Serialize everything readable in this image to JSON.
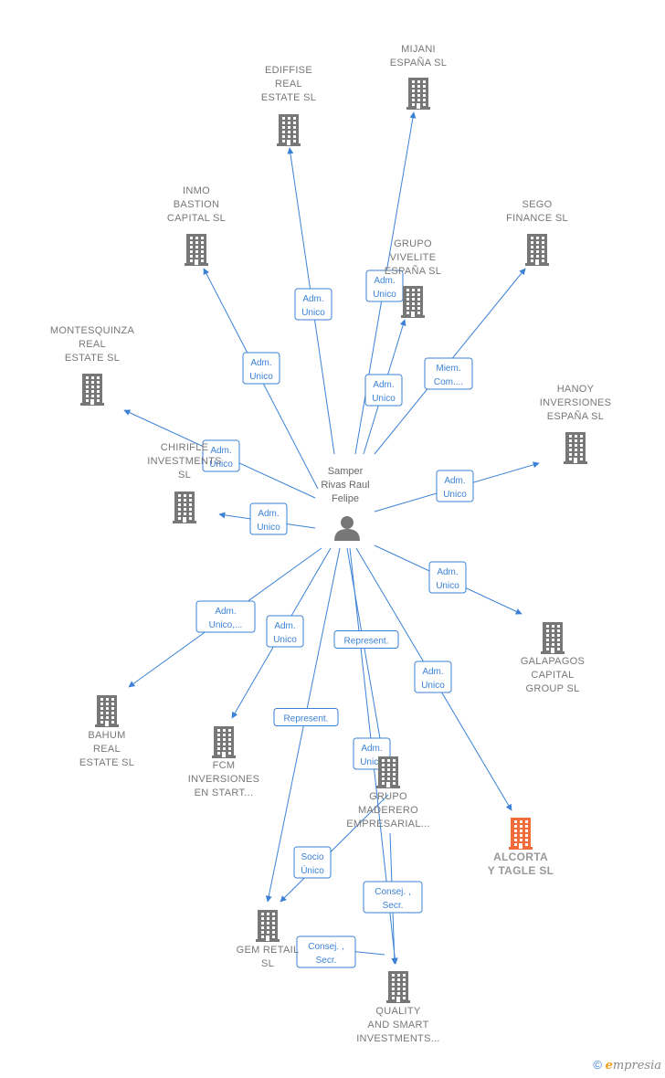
{
  "center": {
    "name_lines": [
      "Samper",
      "Rivas Raul",
      "Felipe"
    ],
    "icon": "person-icon"
  },
  "colors": {
    "edge": "#3b82d6",
    "company": "#777777",
    "highlight": "#f26b3a"
  },
  "companies": [
    {
      "id": "mijani",
      "lines": [
        "MIJANI",
        "ESPAÑA  SL"
      ],
      "icon": "building-icon"
    },
    {
      "id": "ediffise",
      "lines": [
        "EDIFFISE",
        "REAL",
        "ESTATE  SL"
      ],
      "icon": "building-icon"
    },
    {
      "id": "inmo",
      "lines": [
        "INMO",
        "BASTION",
        "CAPITAL  SL"
      ],
      "icon": "building-icon"
    },
    {
      "id": "sego",
      "lines": [
        "SEGO",
        "FINANCE  SL"
      ],
      "icon": "building-icon"
    },
    {
      "id": "vivelite",
      "lines": [
        "GRUPO",
        "VIVELITE",
        "ESPAÑA  SL"
      ],
      "icon": "building-icon"
    },
    {
      "id": "montesquinza",
      "lines": [
        "MONTESQUINZA",
        "REAL",
        "ESTATE  SL"
      ],
      "icon": "building-icon"
    },
    {
      "id": "hanoy",
      "lines": [
        "HANOY",
        "INVERSIONES",
        "ESPAÑA  SL"
      ],
      "icon": "building-icon"
    },
    {
      "id": "chirifle",
      "lines": [
        "CHIRIFLE",
        "INVESTMENTS",
        "SL"
      ],
      "icon": "building-icon"
    },
    {
      "id": "galapagos",
      "lines": [
        "GALAPAGOS",
        "CAPITAL",
        "GROUP  SL"
      ],
      "icon": "building-icon"
    },
    {
      "id": "bahum",
      "lines": [
        "BAHUM",
        "REAL",
        "ESTATE  SL"
      ],
      "icon": "building-icon"
    },
    {
      "id": "fcm",
      "lines": [
        "FCM",
        "INVERSIONES",
        "EN START..."
      ],
      "icon": "building-icon"
    },
    {
      "id": "maderero",
      "lines": [
        "GRUPO",
        "MADERERO",
        "EMPRESARIAL..."
      ],
      "icon": "building-icon"
    },
    {
      "id": "alcorta",
      "lines": [
        "ALCORTA",
        "Y TAGLE  SL"
      ],
      "icon": "building-icon",
      "highlight": true
    },
    {
      "id": "gem",
      "lines": [
        "GEM RETAIL",
        "SL"
      ],
      "icon": "building-icon"
    },
    {
      "id": "quality",
      "lines": [
        "QUALITY",
        "AND SMART",
        "INVESTMENTS..."
      ],
      "icon": "building-icon"
    }
  ],
  "edges": [
    {
      "from": "center",
      "to": "ediffise",
      "label": [
        "Adm.",
        "Unico"
      ]
    },
    {
      "from": "center",
      "to": "mijani",
      "label": [
        "Adm.",
        "Unico"
      ]
    },
    {
      "from": "center",
      "to": "inmo",
      "label": [
        "Adm.",
        "Unico"
      ]
    },
    {
      "from": "center",
      "to": "vivelite",
      "label": [
        "Adm.",
        "Unico"
      ]
    },
    {
      "from": "center",
      "to": "sego",
      "label": [
        "Miem.",
        "Com...."
      ]
    },
    {
      "from": "center",
      "to": "montesquinza",
      "label": [
        "Adm.",
        "Unico"
      ]
    },
    {
      "from": "center",
      "to": "hanoy",
      "label": [
        "Adm.",
        "Unico"
      ]
    },
    {
      "from": "center",
      "to": "chirifle",
      "label": [
        "Adm.",
        "Unico"
      ]
    },
    {
      "from": "center",
      "to": "galapagos",
      "label": [
        "Adm.",
        "Unico"
      ]
    },
    {
      "from": "center",
      "to": "bahum",
      "label": [
        "Adm.",
        "Unico,..."
      ]
    },
    {
      "from": "center",
      "to": "fcm",
      "label": [
        "Adm.",
        "Unico"
      ]
    },
    {
      "from": "center",
      "to": "maderero",
      "label": [
        "Represent."
      ]
    },
    {
      "from": "center",
      "to": "alcorta",
      "label": [
        "Adm.",
        "Unico"
      ]
    },
    {
      "from": "center",
      "to": "gem",
      "label": [
        "Represent."
      ]
    },
    {
      "from": "center",
      "to": "quality",
      "label": [
        "Adm.",
        "Unico"
      ]
    },
    {
      "from": "maderero",
      "to": "gem",
      "label": [
        "Socio",
        "Único"
      ]
    },
    {
      "from": "maderero",
      "to": "quality",
      "label": [
        "Consej. ,",
        "Secr."
      ]
    },
    {
      "from": "quality",
      "to": "gem",
      "label": [
        "Consej. ,",
        "Secr."
      ]
    }
  ],
  "footer": {
    "copyright": "©",
    "brand_first": "e",
    "brand_rest": "mpresia"
  }
}
